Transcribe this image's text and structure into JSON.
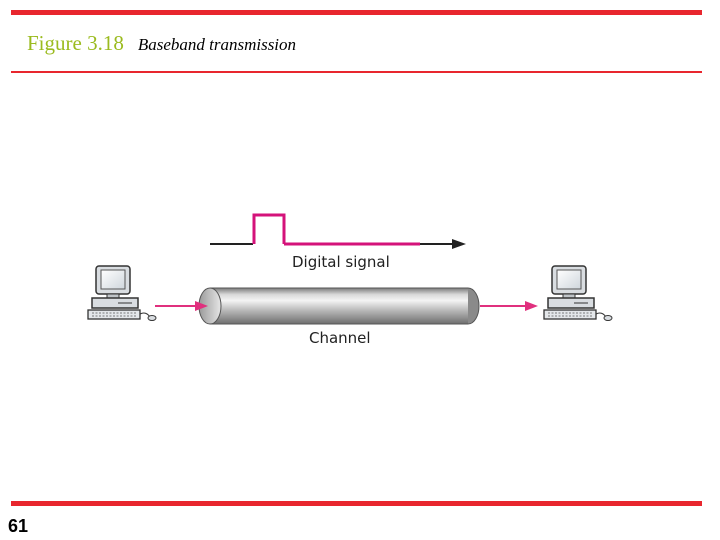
{
  "slide": {
    "figure_label": "Figure 3.18",
    "figure_caption": "Baseband transmission",
    "page_number": "61",
    "accent_color": "#e8262e",
    "label_color": "#9bbb1f"
  },
  "diagram": {
    "signal_label": "Digital signal",
    "channel_label": "Channel",
    "signal_color": "#d4127a",
    "arrow_color": "#e0307e",
    "left_node_icon": "computer-icon",
    "right_node_icon": "computer-icon"
  }
}
